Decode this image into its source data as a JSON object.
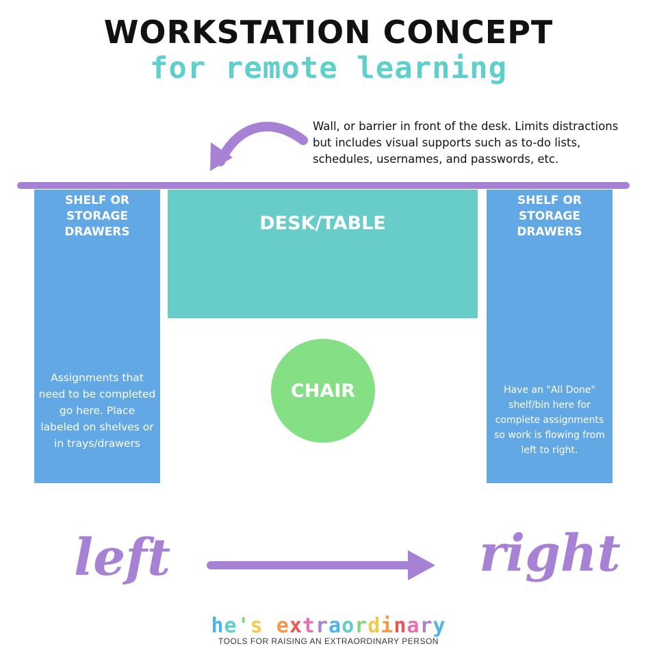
{
  "header": {
    "title": "WORKSTATION CONCEPT",
    "subtitle": "for remote learning"
  },
  "wall": {
    "note": "Wall, or barrier in front of the desk.  Limits distractions but includes visual supports such as to-do lists, schedules, usernames, and passwords, etc."
  },
  "left_shelf": {
    "title": "SHELF OR STORAGE DRAWERS",
    "note": "Assignments that need to be completed go here. Place labeled on shelves or in trays/drawers"
  },
  "desk": {
    "label": "DESK/TABLE"
  },
  "chair": {
    "label": "CHAIR"
  },
  "right_shelf": {
    "title": "SHELF OR STORAGE DRAWERS",
    "note": "Have an \"All Done\" shelf/bin here for complete assignments so work is flowing from left to right."
  },
  "flow": {
    "left_label": "left",
    "right_label": "right"
  },
  "logo": {
    "name": "he's extraordinary",
    "tagline": "TOOLS FOR RAISING AN EXTRAORDINARY PERSON"
  },
  "colors": {
    "purple": "#a681d4",
    "teal": "#68ccc8",
    "blue": "#62a8e5",
    "green": "#85e085",
    "title": "#111111",
    "subtitle": "#5fcfcb"
  },
  "icons": [
    "curved-arrow-icon",
    "right-arrow-icon"
  ]
}
